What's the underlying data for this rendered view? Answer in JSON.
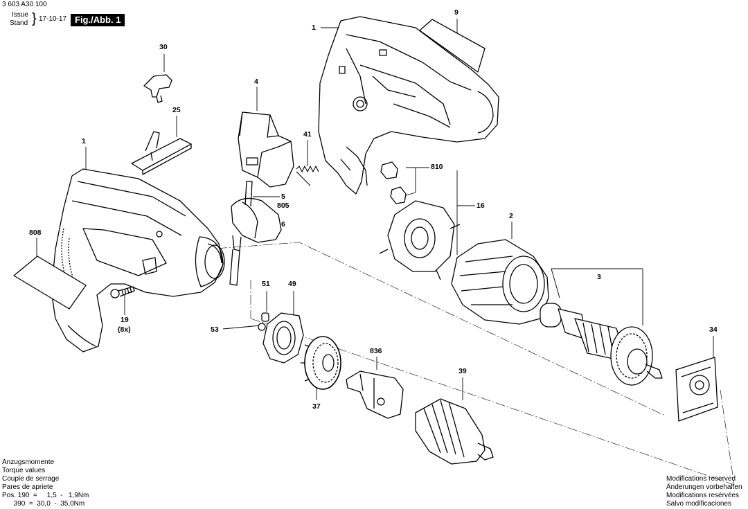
{
  "header": {
    "doc_number": "3 603 A30 100",
    "issue_label": "Issue",
    "stand_label": "Stand",
    "date": "17-10-17",
    "figure": "Fig./Abb. 1"
  },
  "callouts": [
    {
      "id": "c1a",
      "text": "1"
    },
    {
      "id": "c9",
      "text": "9"
    },
    {
      "id": "c30",
      "text": "30"
    },
    {
      "id": "c4",
      "text": "4"
    },
    {
      "id": "c25",
      "text": "25"
    },
    {
      "id": "c41",
      "text": "41"
    },
    {
      "id": "c1b",
      "text": "1"
    },
    {
      "id": "c810",
      "text": "810"
    },
    {
      "id": "c16",
      "text": "16"
    },
    {
      "id": "c5",
      "text": "5"
    },
    {
      "id": "c805",
      "text": "805"
    },
    {
      "id": "c6",
      "text": "6"
    },
    {
      "id": "c2",
      "text": "2"
    },
    {
      "id": "c808",
      "text": "808"
    },
    {
      "id": "c3",
      "text": "3"
    },
    {
      "id": "c51",
      "text": "51"
    },
    {
      "id": "c49",
      "text": "49"
    },
    {
      "id": "c19",
      "text": "19"
    },
    {
      "id": "c8x",
      "text": "(8x)"
    },
    {
      "id": "c53",
      "text": "53"
    },
    {
      "id": "c34",
      "text": "34"
    },
    {
      "id": "c836",
      "text": "836"
    },
    {
      "id": "c39",
      "text": "39"
    },
    {
      "id": "c37",
      "text": "37"
    }
  ],
  "torque_notes": {
    "lines": [
      "Anzugsmomente",
      "Torque values",
      "Couple de serrage",
      "Pares de apriete"
    ],
    "pos190": "Pos. 190  =     1,5  -   1,9Nm",
    "pos390": "      390  =  30,0  -  35,0Nm"
  },
  "modifications": [
    "Modifications reserved",
    "Änderungen vorbehalten",
    "Modifications resérvées",
    "Salvo modificaciones"
  ]
}
